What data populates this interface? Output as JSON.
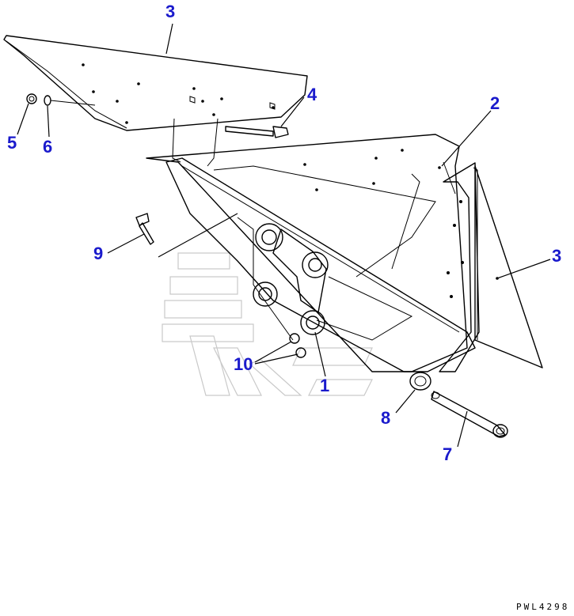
{
  "callouts": [
    "1",
    "2",
    "3",
    "3",
    "4",
    "5",
    "6",
    "7",
    "8",
    "9",
    "10"
  ],
  "drawing_code": "PWL4298",
  "colors": {
    "callout": "#1a1acc",
    "line": "#000000",
    "watermark": "#c9c9c9"
  }
}
